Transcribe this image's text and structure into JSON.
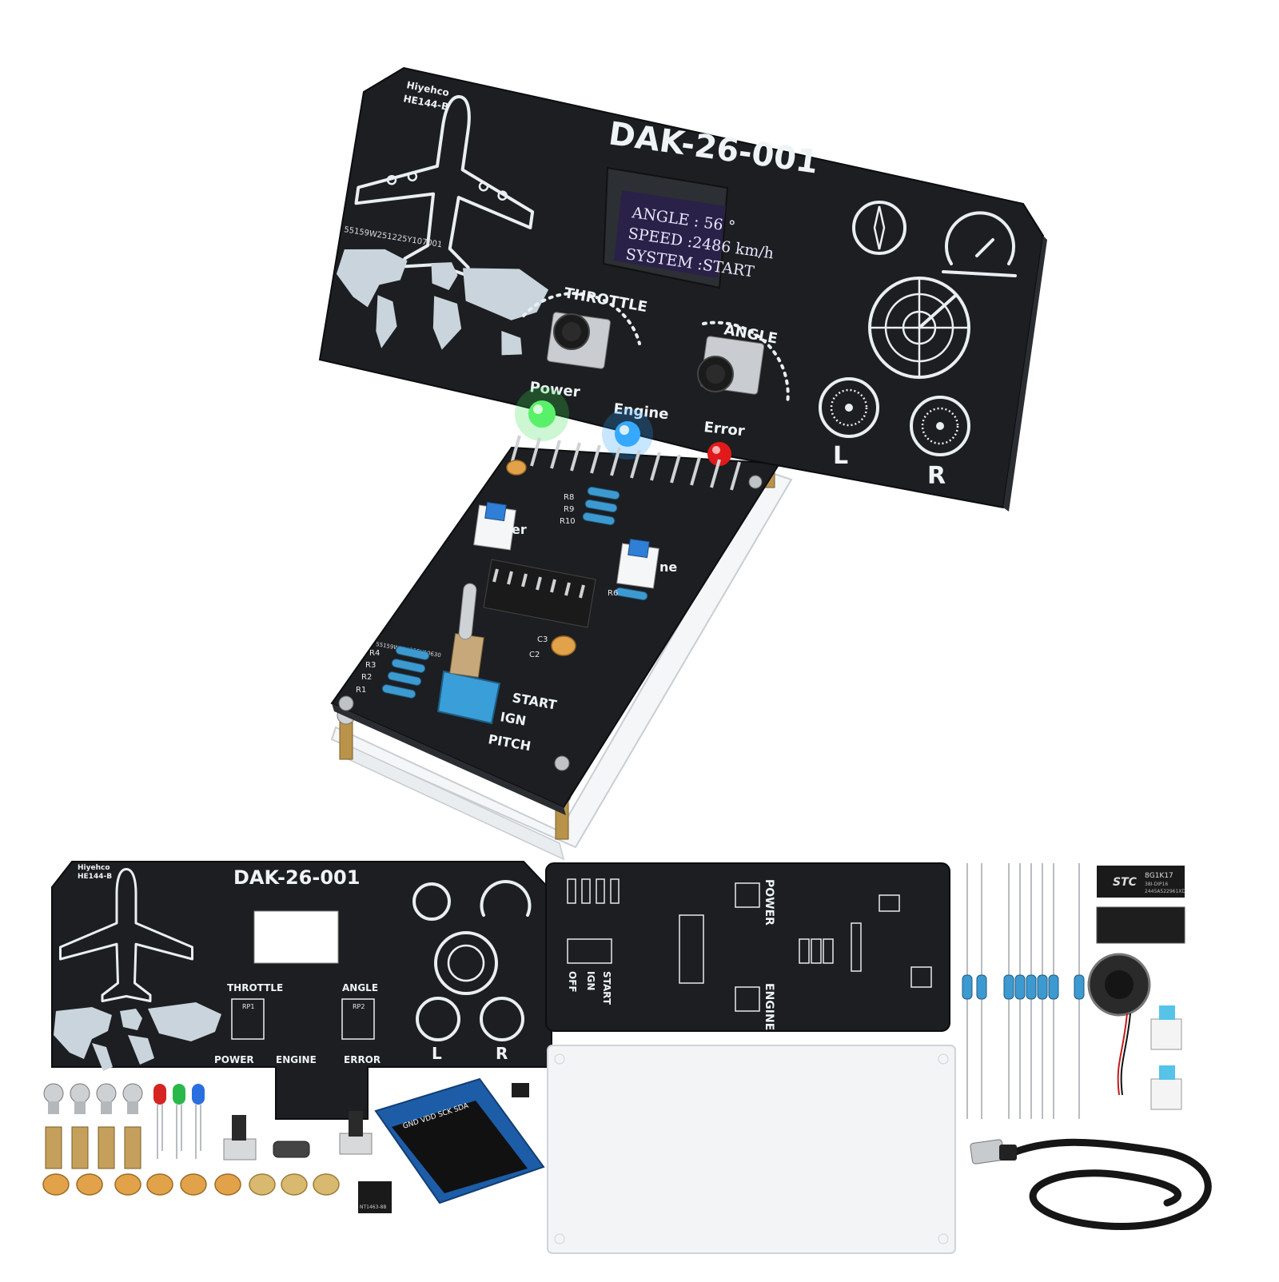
{
  "board": {
    "title": "DAK-26-001",
    "brand": "Hiyehco",
    "model": "HE144-B",
    "serial": "55159W251225Y107001",
    "serial_small": "55159W251225Y10630"
  },
  "oled": {
    "line1": "ANGLE :  56 °",
    "line2": "SPEED :2486 km/h",
    "line3": "SYSTEM :START"
  },
  "dials": {
    "throttle": "THROTTLE",
    "angle": "ANGLE"
  },
  "leds": {
    "power": "Power",
    "engine": "Engine",
    "error": "Error",
    "power_color": "#35e04a",
    "engine_color": "#1f9cff",
    "error_color": "#e01a1a"
  },
  "engines": {
    "left": "L",
    "right": "R"
  },
  "toggle": {
    "start": "START",
    "ign": "IGN",
    "pitch": "PITCH"
  },
  "resistors_top": {
    "r8": "R8",
    "r9": "R9",
    "r10": "R10"
  },
  "resistors_left": {
    "r4": "R4",
    "r3": "R3",
    "r2": "R2",
    "r1": "R1"
  },
  "misc_labels": {
    "c3": "C3",
    "c2": "C2",
    "r6": "R6",
    "er": "er",
    "ne": "ne"
  },
  "kit": {
    "title": "DAK-26-001",
    "brand": "Hiyehco",
    "model": "HE144-B",
    "throttle": "THROTTLE",
    "angle": "ANGLE",
    "rp1": "RP1",
    "rp2": "RP2",
    "power": "POWER",
    "engine": "ENGINE",
    "error": "ERROR",
    "left": "L",
    "right": "R",
    "pcb2_power": "POWER",
    "pcb2_engine": "ENGINE",
    "pcb2_start": "START",
    "pcb2_ign": "IGN",
    "pcb2_off": "OFF",
    "oled_pins": "GND VDD SCK SDA",
    "chip_brand": "STC",
    "chip_model": "8G1K17",
    "chip_sub": "38I-DIP16",
    "chip_code": "2445A522961XD",
    "small_ic": "NT1463-8B"
  }
}
